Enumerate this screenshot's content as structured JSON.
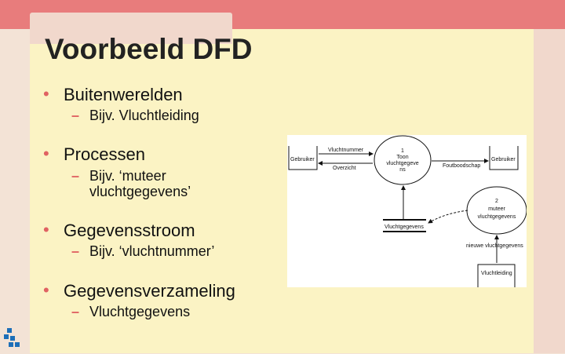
{
  "slide": {
    "title": "Voorbeeld DFD",
    "bullets": [
      {
        "text": "Buitenwerelden",
        "sub": [
          "Bijv. Vluchtleiding"
        ]
      },
      {
        "text": "Processen",
        "sub": [
          "Bijv. ‘muteer",
          "vluchtgegevens’"
        ]
      },
      {
        "text": "Gegevensstroom",
        "sub": [
          "Bijv. ‘vluchtnummer’"
        ]
      },
      {
        "text": "Gegevensverzameling",
        "sub": [
          "Vluchtgegevens"
        ]
      }
    ]
  },
  "diagram": {
    "entity_left": "Gebruiker",
    "entity_right": "Gebruiker",
    "entity_bottom": "Vluchtleiding",
    "process1": [
      "1",
      "Toon",
      "vluchtgegeve",
      "ns"
    ],
    "process2": [
      "2",
      "muteer",
      "vluchtgegevens"
    ],
    "store": "Vluchtgegevens",
    "flow_top": "Vluchtnummer",
    "flow_left": "Overzicht",
    "flow_right": "Foutboodschap",
    "flow_bottom": "nieuwe vluchtgegevens"
  },
  "colors": {
    "accent": "#e06262",
    "band": "#e87c7c",
    "card": "#fbf3c4"
  }
}
